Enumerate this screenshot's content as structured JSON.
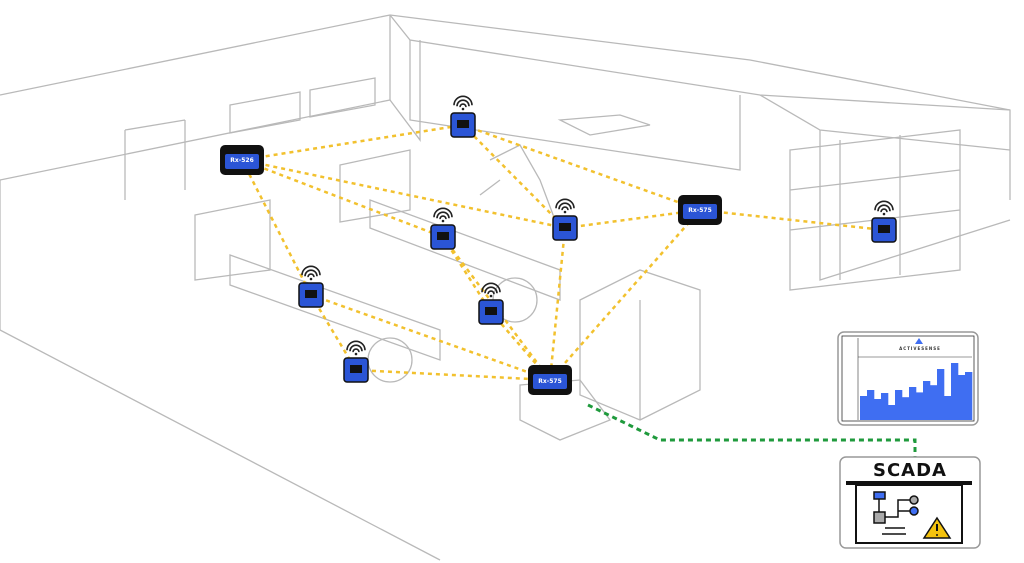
{
  "colors": {
    "link": "#f2c12e",
    "scada_link": "#1f9a3c",
    "device_blue": "#2b55d6",
    "chart_blue": "#3f6ef2",
    "warning": "#f4c20d",
    "line_art": "#b9b9b9"
  },
  "gateways": [
    {
      "id": "A",
      "label": "Rx-526"
    },
    {
      "id": "C",
      "label": "Rx-575"
    },
    {
      "id": "J",
      "label": "Rx-575"
    }
  ],
  "sensors": [
    "B",
    "D",
    "E",
    "F",
    "G",
    "H",
    "I"
  ],
  "links": [
    [
      "A",
      "B"
    ],
    [
      "B",
      "C"
    ],
    [
      "A",
      "F"
    ],
    [
      "A",
      "E"
    ],
    [
      "A",
      "G"
    ],
    [
      "B",
      "E"
    ],
    [
      "E",
      "C"
    ],
    [
      "C",
      "D"
    ],
    [
      "C",
      "J"
    ],
    [
      "E",
      "J"
    ],
    [
      "F",
      "J"
    ],
    [
      "G",
      "J"
    ],
    [
      "H",
      "J"
    ],
    [
      "I",
      "J"
    ],
    [
      "G",
      "I"
    ],
    [
      "F",
      "H"
    ]
  ],
  "monitor": {
    "brand": "ACTIVESENSE",
    "bars": [
      4,
      5,
      3.5,
      4.5,
      2.5,
      5,
      3.8,
      5.5,
      4.6,
      6.5,
      5.8,
      8.5,
      4,
      9.5,
      7.5,
      8
    ]
  },
  "scada": {
    "label": "SCADA",
    "icon": "process-diagram-warning-icon"
  }
}
